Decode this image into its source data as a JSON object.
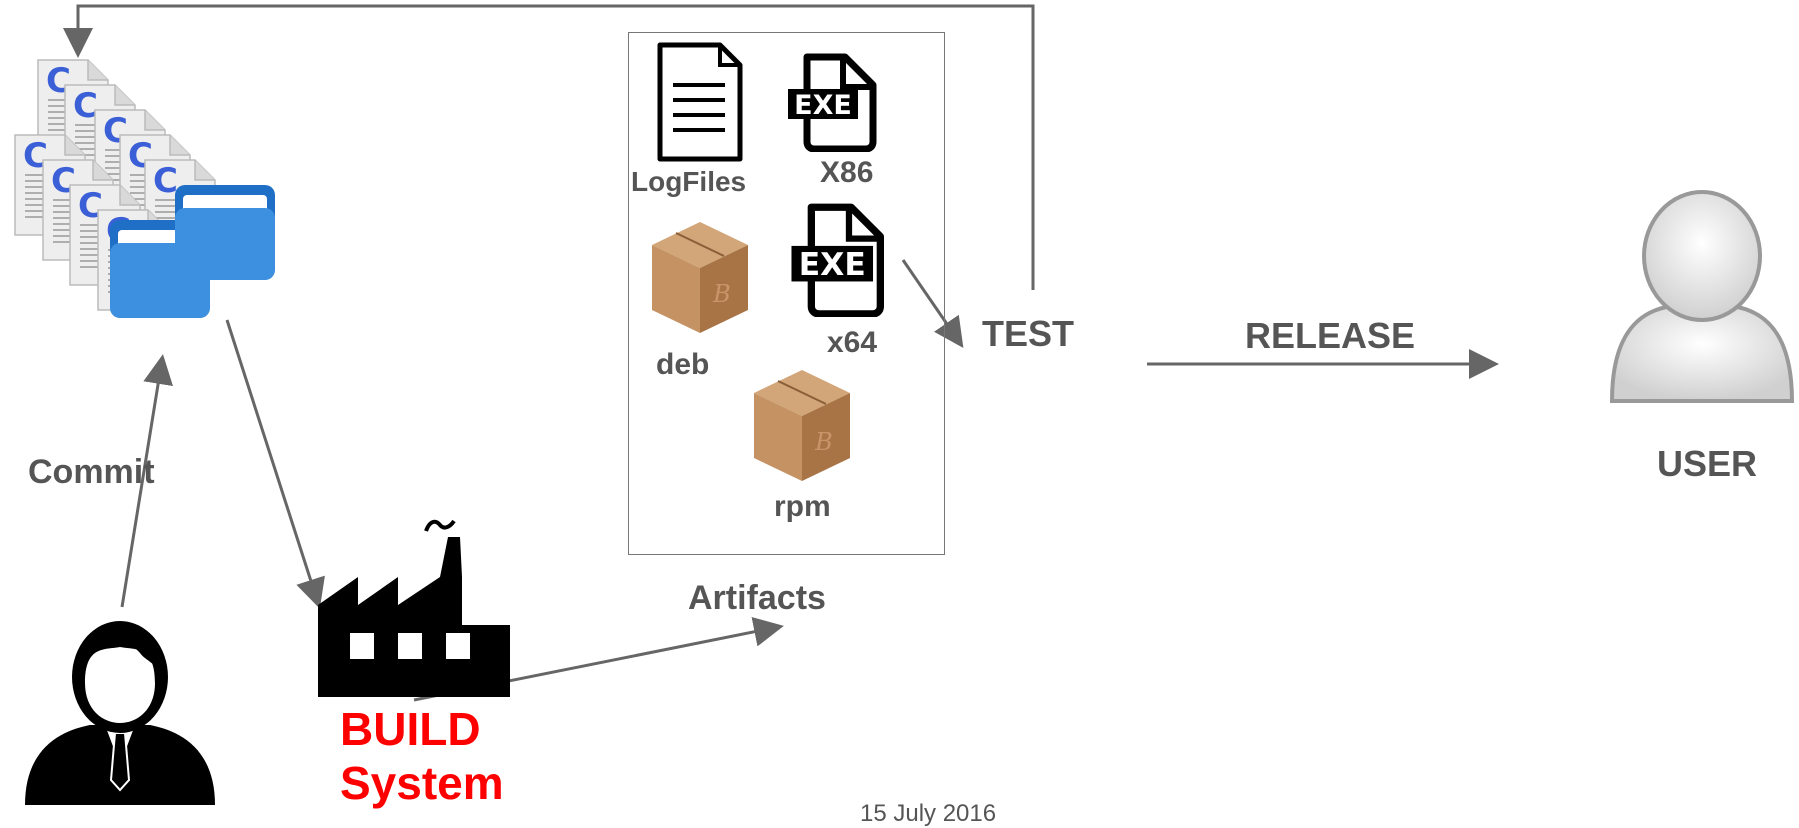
{
  "labels": {
    "commit": "Commit",
    "build_line1": "BUILD",
    "build_line2": "System",
    "artifacts": "Artifacts",
    "logfiles": "LogFiles",
    "x86": "X86",
    "x64": "x64",
    "deb": "deb",
    "rpm": "rpm",
    "test": "TEST",
    "release": "RELEASE",
    "user": "USER",
    "date": "15 July 2016"
  },
  "icons": {
    "exe_text": "EXE",
    "package_letter": "B",
    "source_letter": "C"
  },
  "colors": {
    "label": "#555555",
    "build": "#ff0000",
    "arrow": "#666666",
    "folder": "#3d8fe0",
    "box": "#b98a5a",
    "doc_letter": "#3b5fd6"
  }
}
